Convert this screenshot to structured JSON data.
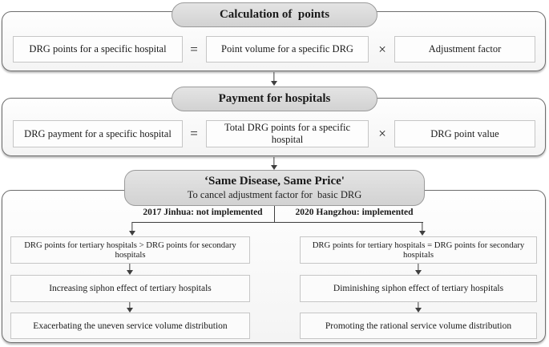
{
  "colors": {
    "panel_border": "#6e6e6e",
    "pill_fill": "#d9d9d9",
    "pill_border": "#9a9a9a",
    "box_border": "#c6c6c6",
    "connector": "#3f3f3f",
    "text": "#1a1a1a"
  },
  "sections": [
    {
      "title": "Calculation of  points",
      "equation": {
        "left": "DRG points for a specific hospital",
        "op1": "=",
        "mid": "Point volume for a specific DRG",
        "op2": "×",
        "right": "Adjustment factor"
      }
    },
    {
      "title": "Payment for hospitals",
      "equation": {
        "left": "DRG payment for a specific hospital",
        "op1": "=",
        "mid": "Total DRG points for a specific hospital",
        "op2": "×",
        "right": "DRG point value"
      }
    },
    {
      "title": "‘Same Disease, Same Price'",
      "subtitle": "To cancel adjustment factor for  basic DRG",
      "branches": [
        {
          "label": "2017 Jinhua: not implemented",
          "steps": [
            "DRG points for tertiary hospitals > DRG points for secondary hospitals",
            "Increasing siphon effect of tertiary hospitals",
            "Exacerbating the uneven service volume distribution"
          ]
        },
        {
          "label": "2020 Hangzhou: implemented",
          "steps": [
            "DRG points for tertiary hospitals = DRG points for secondary hospitals",
            "Diminishing siphon effect of tertiary hospitals",
            "Promoting the rational service volume distribution"
          ]
        }
      ]
    }
  ]
}
